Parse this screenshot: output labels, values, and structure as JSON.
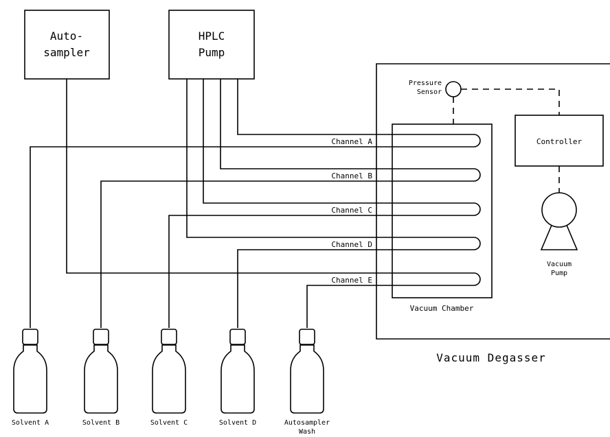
{
  "autosampler": {
    "line1": "Auto-",
    "line2": "sampler"
  },
  "pump": {
    "line1": "HPLC",
    "line2": "Pump"
  },
  "channels": [
    "Channel A",
    "Channel B",
    "Channel C",
    "Channel D",
    "Channel E"
  ],
  "pressure_sensor": {
    "line1": "Pressure",
    "line2": "Sensor"
  },
  "controller": "Controller",
  "vacuum_pump": {
    "line1": "Vacuum",
    "line2": "Pump"
  },
  "vacuum_chamber": "Vacuum Chamber",
  "degasser_title": "Vacuum Degasser",
  "bottles": [
    {
      "line1": "Solvent A",
      "line2": ""
    },
    {
      "line1": "Solvent B",
      "line2": ""
    },
    {
      "line1": "Solvent C",
      "line2": ""
    },
    {
      "line1": "Solvent D",
      "line2": ""
    },
    {
      "line1": "Autosampler",
      "line2": "Wash"
    }
  ]
}
